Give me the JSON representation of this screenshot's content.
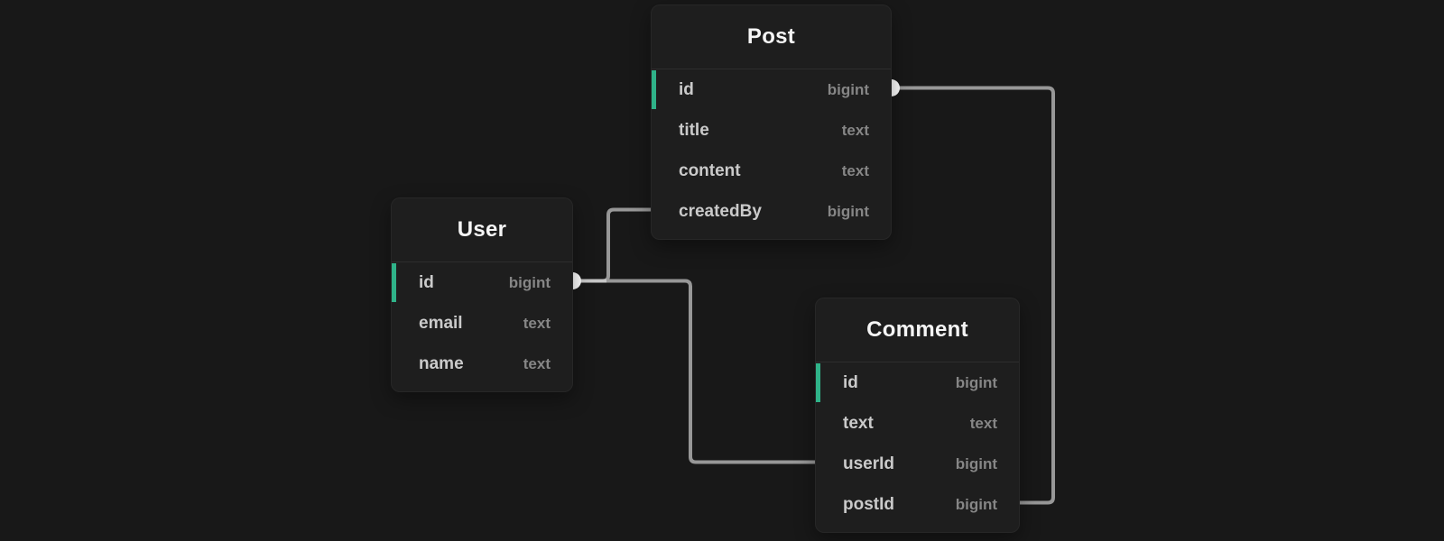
{
  "diagram": {
    "tables": [
      {
        "name": "Post",
        "fields": [
          {
            "name": "id",
            "type": "bigint",
            "pk": true
          },
          {
            "name": "title",
            "type": "text",
            "pk": false
          },
          {
            "name": "content",
            "type": "text",
            "pk": false
          },
          {
            "name": "createdBy",
            "type": "bigint",
            "pk": false
          }
        ]
      },
      {
        "name": "User",
        "fields": [
          {
            "name": "id",
            "type": "bigint",
            "pk": true
          },
          {
            "name": "email",
            "type": "text",
            "pk": false
          },
          {
            "name": "name",
            "type": "text",
            "pk": false
          }
        ]
      },
      {
        "name": "Comment",
        "fields": [
          {
            "name": "id",
            "type": "bigint",
            "pk": true
          },
          {
            "name": "text",
            "type": "text",
            "pk": false
          },
          {
            "name": "userId",
            "type": "bigint",
            "pk": false
          },
          {
            "name": "postId",
            "type": "bigint",
            "pk": false
          }
        ]
      }
    ],
    "relations": [
      {
        "from": "User.id",
        "to": "Post.createdBy"
      },
      {
        "from": "User.id",
        "to": "Comment.userId"
      },
      {
        "from": "Post.id",
        "to": "Comment.postId"
      }
    ],
    "colors": {
      "background": "#181818",
      "table_bg": "#1e1e1e",
      "accent_green": "#2fb389",
      "edge_gray": "#979797",
      "edge_highlight": "#c6c6c6",
      "handle_white": "#ffffff"
    }
  }
}
